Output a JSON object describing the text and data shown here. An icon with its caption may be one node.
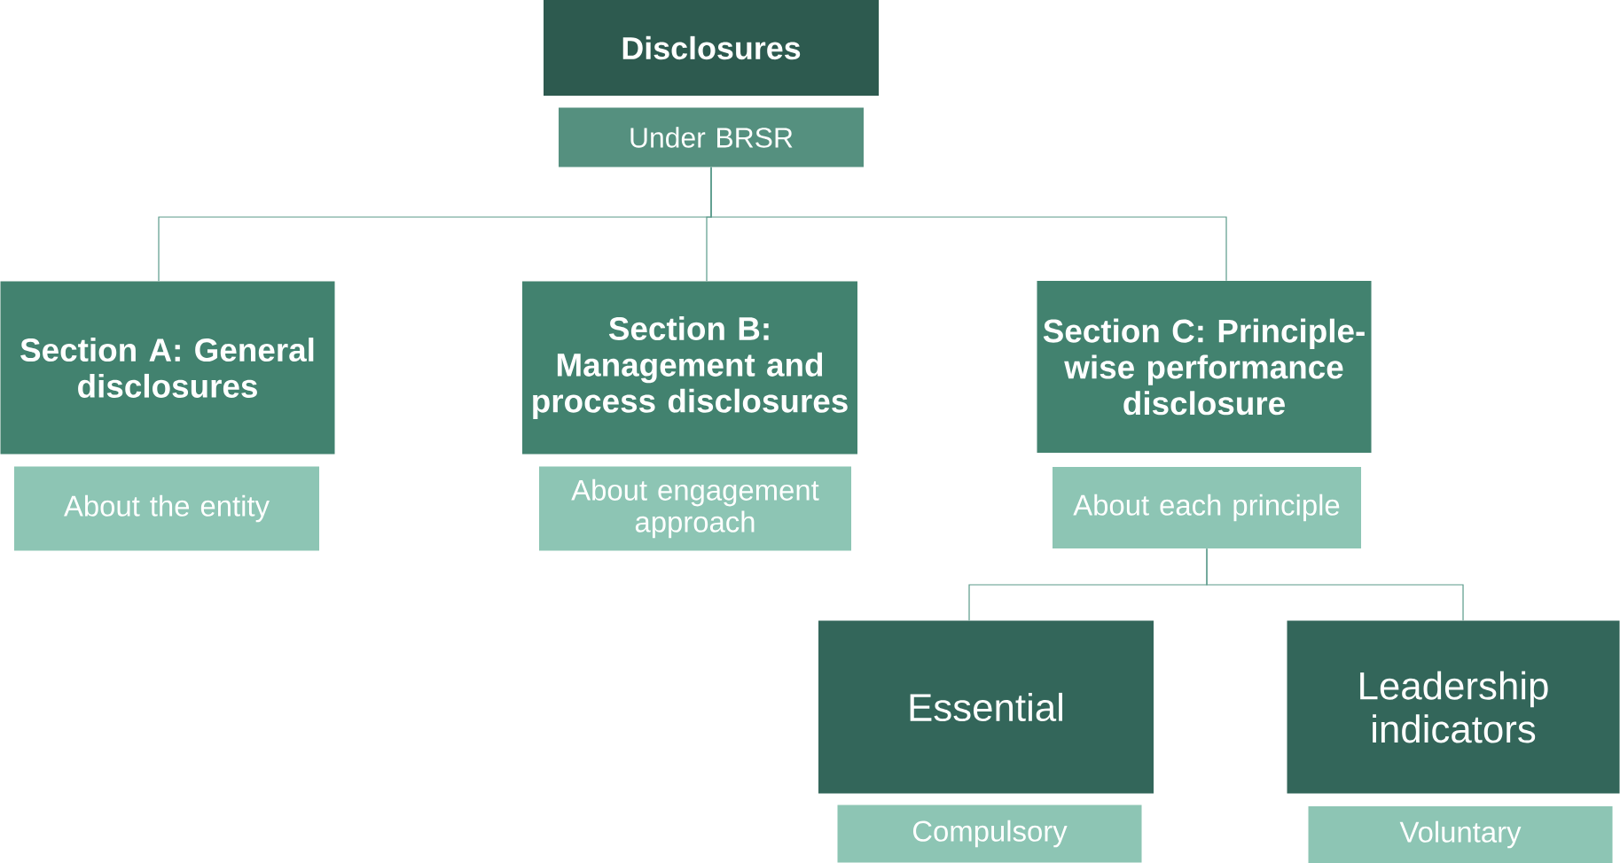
{
  "diagram": {
    "nodes": [
      {
        "text": [
          "Disclosures"
        ]
      },
      {
        "text": [
          "Under BRSR"
        ]
      },
      {
        "text": [
          "Section A: General disclosures"
        ]
      },
      {
        "text": [
          "About the entity"
        ]
      },
      {
        "text": [
          "Section B: Management and process disclosures"
        ]
      },
      {
        "text": [
          "About engagement approach"
        ]
      },
      {
        "text": [
          "Section C: Principle-wise performance disclosure"
        ]
      },
      {
        "text": [
          "About each principle"
        ]
      },
      {
        "text": [
          "Essential"
        ]
      },
      {
        "text": [
          "Leadership indicators"
        ]
      },
      {
        "text": [
          "Compulsory"
        ]
      },
      {
        "text": [
          "Voluntary"
        ]
      }
    ],
    "edges": [
      {
        "from": 1,
        "to": 2,
        "arrow": "none"
      },
      {
        "from": 1,
        "to": 4,
        "arrow": "none"
      },
      {
        "from": 1,
        "to": 6,
        "arrow": "none"
      },
      {
        "from": 7,
        "to": 8,
        "arrow": "none"
      },
      {
        "from": 7,
        "to": 9,
        "arrow": "none"
      }
    ]
  }
}
